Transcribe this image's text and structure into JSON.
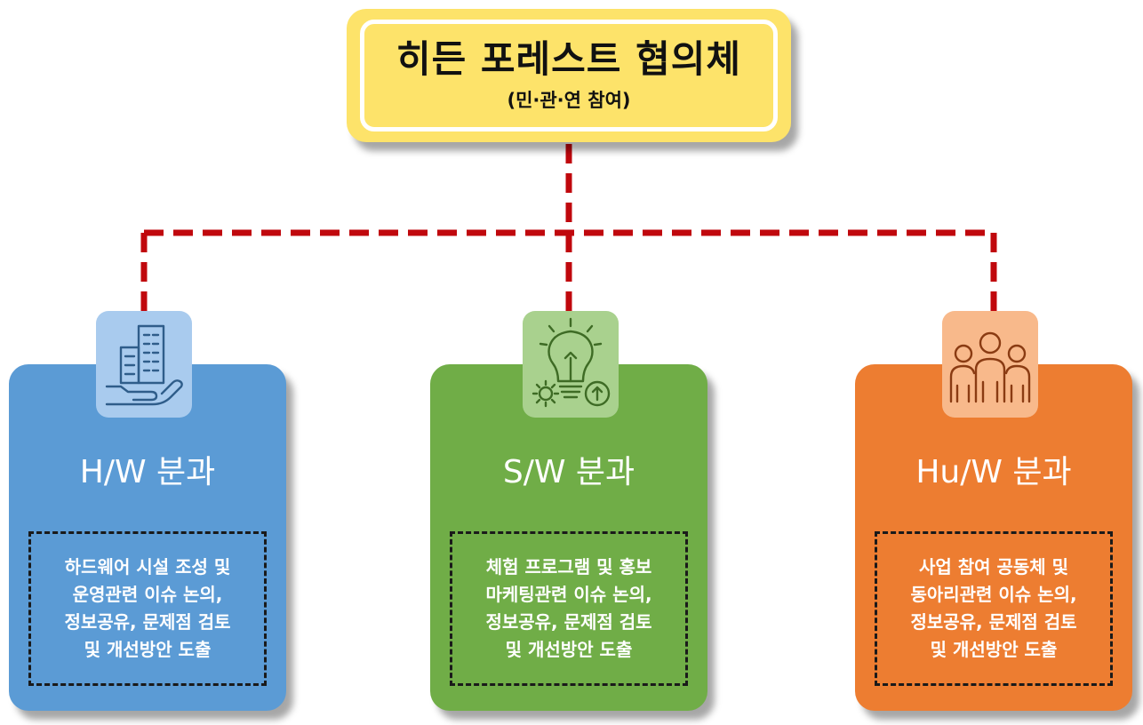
{
  "org_chart": {
    "top": {
      "title": "히든 포레스트 협의체",
      "subtitle": "(민·관·연 참여)",
      "color": "#fde36a"
    },
    "connector_color": "#c0080d",
    "branches": [
      {
        "id": "hw",
        "title": "H/W 분과",
        "color": "#5b9bd5",
        "icon": "building-in-hand-icon",
        "description": [
          "하드웨어 시설 조성 및",
          "운영관련 이슈 논의,",
          "정보공유, 문제점 검토",
          "및 개선방안 도출"
        ]
      },
      {
        "id": "sw",
        "title": "S/W 분과",
        "color": "#70ad47",
        "icon": "lightbulb-gear-icon",
        "description": [
          "체험 프로그램 및 홍보",
          "마케팅관련 이슈 논의,",
          "정보공유, 문제점 검토",
          "및 개선방안 도출"
        ]
      },
      {
        "id": "huw",
        "title": "Hu/W 분과",
        "color": "#ed7d31",
        "icon": "people-group-icon",
        "description": [
          "사업 참여 공동체 및",
          "동아리관련 이슈 논의,",
          "정보공유, 문제점 검토",
          "및 개선방안 도출"
        ]
      }
    ]
  }
}
